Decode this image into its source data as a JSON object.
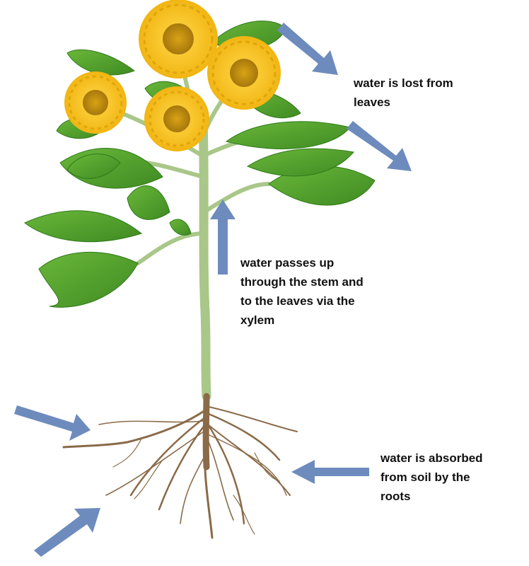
{
  "labels": {
    "leaves": [
      "water is lost from",
      "leaves"
    ],
    "stem": [
      "water passes up",
      "through the stem and",
      "to the leaves via the",
      "xylem"
    ],
    "roots": [
      "water is absorbed",
      "from soil by the",
      "roots"
    ]
  },
  "colors": {
    "arrow": "#6e8bbd",
    "leaf": "#4f9a2a",
    "leaf_dark": "#2f7a1a",
    "petal": "#f6c41a",
    "flower_center": "#b9860e",
    "stem": "#9dbf7a",
    "root": "#8a6a48"
  },
  "icons": {
    "arrows": "flow-arrow-icon",
    "flowers": "sunflower-icon",
    "leaves": "leaf-icon",
    "roots": "root-icon"
  }
}
